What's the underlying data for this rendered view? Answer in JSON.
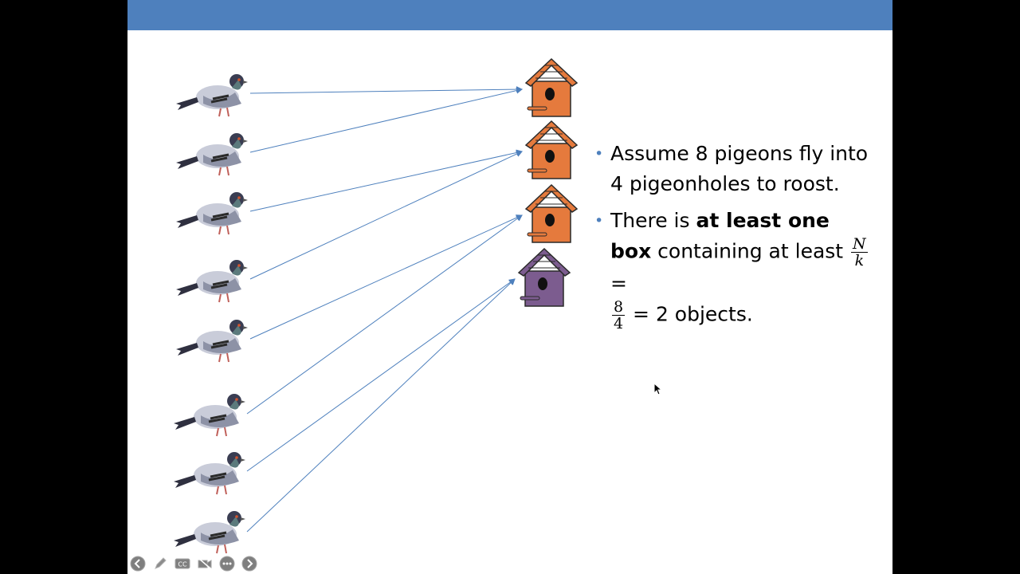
{
  "slide": {
    "pigeon_count": 8,
    "box_colors": [
      "#e57a3d",
      "#e57a3d",
      "#e57a3d",
      "#7c5c8f"
    ],
    "accent_color": "#4e80bd",
    "bullets": {
      "b1": "Assume 8 pigeons fly into 4 pigeonholes to roost.",
      "b2_pre": "There is ",
      "b2_bold": "at least one box",
      "b2_mid": " containing at least ",
      "frac1_num": "N",
      "frac1_den": "k",
      "eq_sign": "=",
      "frac2_num": "8",
      "frac2_den": "4",
      "b2_end": "= 2 objects."
    }
  },
  "controls": {
    "icons": [
      "arrow-left-icon",
      "pen-icon",
      "cc-icon",
      "video-off-icon",
      "more-icon",
      "arrow-right-icon"
    ]
  }
}
